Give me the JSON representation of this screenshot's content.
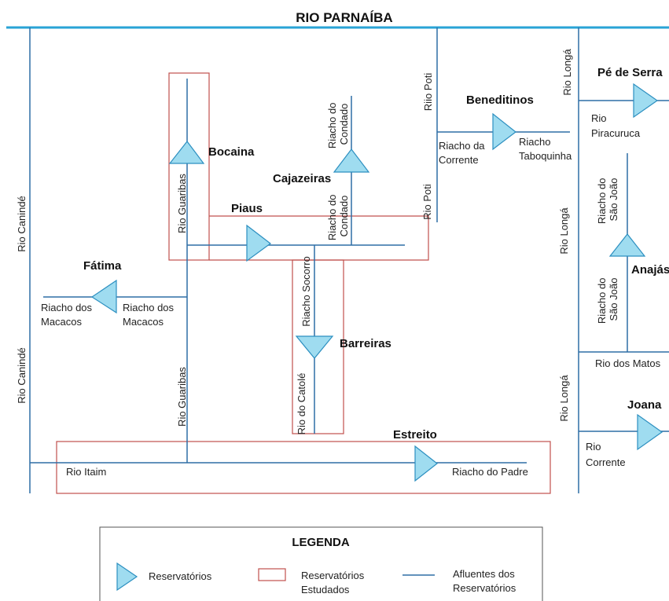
{
  "title": "RIO PARNAÍBA",
  "colors": {
    "river": "#2e6ea6",
    "main_river": "#29a3d6",
    "reservoir_fill": "#9fdcf0",
    "reservoir_stroke": "#2c8fc0",
    "studied_box": "#c0504d"
  },
  "reservoirs": {
    "bocaina": "Bocaina",
    "cajazeiras": "Cajazeiras",
    "piaus": "Piaus",
    "fatima": "Fátima",
    "barreiras": "Barreiras",
    "estreito": "Estreito",
    "beneditinos": "Beneditinos",
    "pe_de_serra": "Pé de Serra",
    "anajas": "Anajás",
    "joana": "Joana"
  },
  "rivers": {
    "rio_caninde_1": "Rio Canindé",
    "rio_caninde_2": "Rio Canindé",
    "rio_guaribas_1": "Rio Guaribas",
    "rio_guaribas_2": "Rio Guaribas",
    "riacho_condado_1": [
      "Riacho do",
      "Condado"
    ],
    "riacho_condado_2": [
      "Riacho do",
      "Condado"
    ],
    "riacho_socorro": "Riacho Socorro",
    "rio_catole": "Rio do Catolé",
    "riacho_macacos_1": [
      "Riacho dos",
      "Macacos"
    ],
    "riacho_macacos_2": [
      "Riacho dos",
      "Macacos"
    ],
    "rio_itaim": "Rio Itaim",
    "riacho_padre": "Riacho do Padre",
    "rio_poti_1": "Riio Poti",
    "rio_poti_2": "Rio Poti",
    "riacho_corrente": [
      "Riacho da",
      "Corrente"
    ],
    "riacho_taboquinha": [
      "Riacho",
      "Taboquinha"
    ],
    "rio_longa_1": "Rio Longá",
    "rio_longa_2": "Rio Longá",
    "rio_longa_3": "Rio Longá",
    "rio_piracuruca": [
      "Rio",
      "Piracuruca"
    ],
    "riacho_sao_joao_1": [
      "Riacho do",
      "São João"
    ],
    "riacho_sao_joao_2": [
      "Riacho do",
      "São João"
    ],
    "rio_matos": "Rio dos Matos",
    "rio_corrente": [
      "Rio",
      "Corrente"
    ]
  },
  "legend": {
    "title": "LEGENDA",
    "reservoirs": "Reservatórios",
    "studied": [
      "Reservatórios",
      "Estudados"
    ],
    "tributaries": [
      "Afluentes dos",
      "Reservatórios"
    ]
  }
}
